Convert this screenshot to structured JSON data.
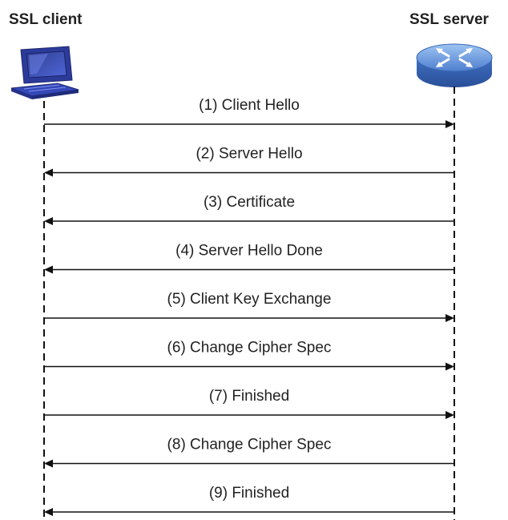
{
  "actors": {
    "client": {
      "label": "SSL client",
      "icon": "computer-icon"
    },
    "server": {
      "label": "SSL server",
      "icon": "router-icon"
    }
  },
  "messages": [
    {
      "step": 1,
      "label": "(1) Client Hello",
      "direction": "client-to-server"
    },
    {
      "step": 2,
      "label": "(2) Server Hello",
      "direction": "server-to-client"
    },
    {
      "step": 3,
      "label": "(3) Certificate",
      "direction": "server-to-client"
    },
    {
      "step": 4,
      "label": "(4) Server Hello Done",
      "direction": "server-to-client"
    },
    {
      "step": 5,
      "label": "(5) Client Key Exchange",
      "direction": "client-to-server"
    },
    {
      "step": 6,
      "label": "(6) Change Cipher Spec",
      "direction": "client-to-server"
    },
    {
      "step": 7,
      "label": "(7) Finished",
      "direction": "client-to-server"
    },
    {
      "step": 8,
      "label": "(8) Change Cipher Spec",
      "direction": "server-to-client"
    },
    {
      "step": 9,
      "label": "(9) Finished",
      "direction": "server-to-client"
    }
  ],
  "colors": {
    "text": "#222222",
    "line": "#111111",
    "computer_blue": "#3b4fc4",
    "router_blue": "#5b8bd6"
  }
}
